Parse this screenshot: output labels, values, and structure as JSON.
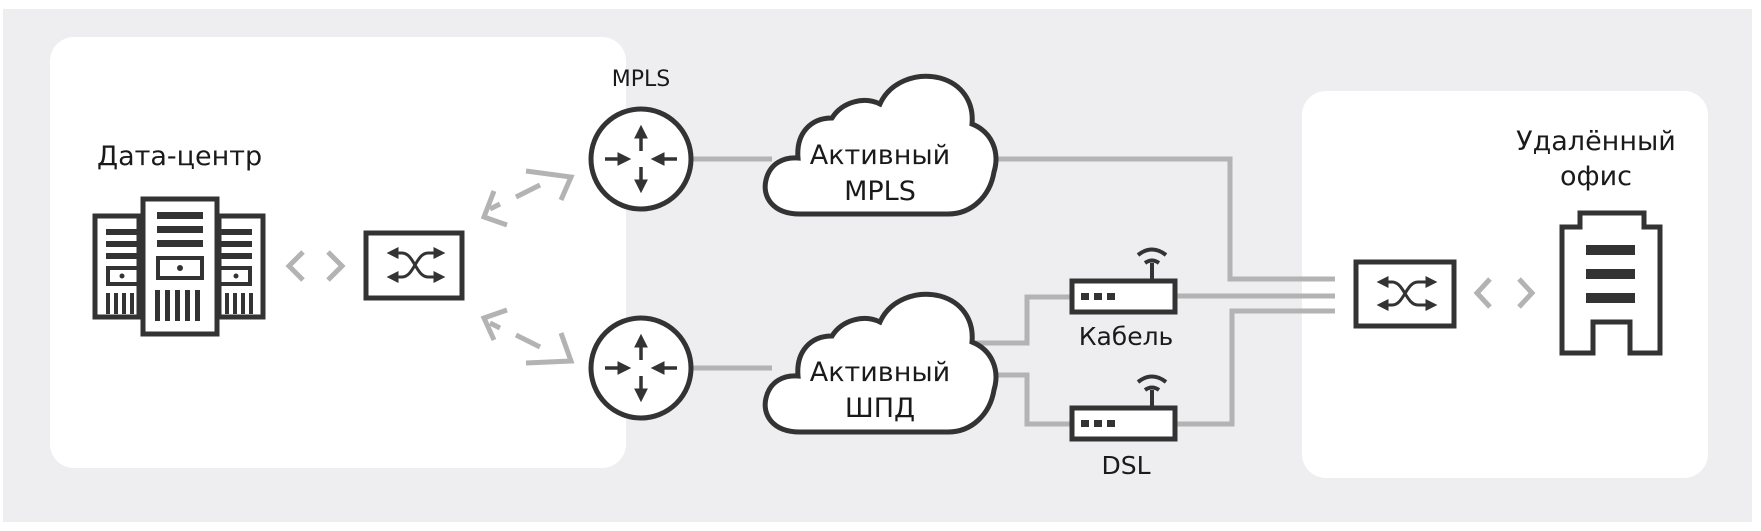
{
  "diagram": {
    "colors": {
      "background_panel": "#eeeef0",
      "card": "#ffffff",
      "icon": "#333333",
      "connector": "#b3b3b3",
      "text": "#1a1a1a"
    },
    "datacenter": {
      "label": "Дата-центр",
      "icons": [
        "server-rack-icon",
        "switch-icon"
      ]
    },
    "mpls_router": {
      "label": "MPLS",
      "icon": "router-icon"
    },
    "broadband_router": {
      "icon": "router-icon"
    },
    "clouds": [
      {
        "line1": "Активный",
        "line2": "MPLS"
      },
      {
        "line1": "Активный",
        "line2": "ШПД"
      }
    ],
    "modems": [
      {
        "label": "Кабель",
        "icon": "wifi-modem-icon"
      },
      {
        "label": "DSL",
        "icon": "wifi-modem-icon"
      }
    ],
    "remote_office": {
      "line1": "Удалённый",
      "line2": "офис",
      "icons": [
        "switch-icon",
        "office-building-icon"
      ]
    },
    "edges": [
      {
        "from": "server-rack",
        "to": "dc-switch",
        "style": "bidirectional-chevrons"
      },
      {
        "from": "dc-switch",
        "to": "mpls-router",
        "style": "dashed-bidirectional"
      },
      {
        "from": "dc-switch",
        "to": "broadband-router",
        "style": "dashed-bidirectional"
      },
      {
        "from": "mpls-router",
        "to": "cloud-active-mpls",
        "style": "solid"
      },
      {
        "from": "broadband-router",
        "to": "cloud-active-broadband",
        "style": "solid"
      },
      {
        "from": "cloud-active-mpls",
        "to": "remote-switch",
        "style": "solid"
      },
      {
        "from": "cloud-active-broadband",
        "to": "modem-cable",
        "style": "solid"
      },
      {
        "from": "cloud-active-broadband",
        "to": "modem-dsl",
        "style": "solid"
      },
      {
        "from": "modem-cable",
        "to": "remote-switch",
        "style": "solid"
      },
      {
        "from": "modem-dsl",
        "to": "remote-switch",
        "style": "solid"
      },
      {
        "from": "remote-switch",
        "to": "office-building",
        "style": "bidirectional-chevrons"
      }
    ]
  }
}
